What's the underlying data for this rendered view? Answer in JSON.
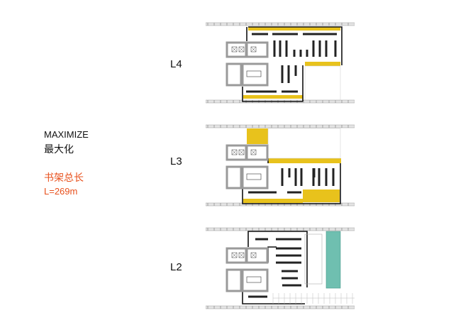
{
  "heading": {
    "title_en": "MAXIMIZE",
    "title_zh": "最大化"
  },
  "metric": {
    "label": "书架总长",
    "value": "L=269m"
  },
  "floors": [
    {
      "id": "L4",
      "label": "L4"
    },
    {
      "id": "L3",
      "label": "L3"
    },
    {
      "id": "L2",
      "label": "L2"
    }
  ],
  "colors": {
    "shelf_highlight": "#e8c21c",
    "glass_void": "#6fbfb0",
    "accent_text": "#e8501c",
    "wall": "#111111",
    "core": "#9a9a9a"
  }
}
